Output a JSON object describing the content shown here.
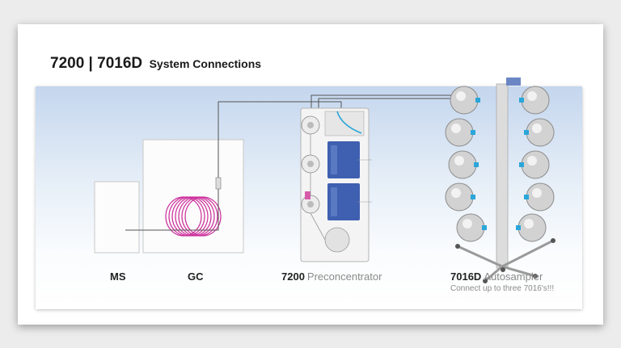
{
  "title": {
    "main": "7200 | 7016D",
    "sub": "System Connections"
  },
  "instruments": {
    "ms": {
      "label": "MS"
    },
    "gc": {
      "label": "GC"
    },
    "preconcentrator": {
      "model": "7200",
      "name": "Preconcentrator"
    },
    "autosampler": {
      "model": "7016D",
      "name": "Autosampler",
      "note": "Connect up to three 7016's!!!"
    }
  },
  "colors": {
    "coil": "#cc2e9a",
    "line": "#555555",
    "accent": "#2aa6d8",
    "cell": "#3f5fb0"
  }
}
